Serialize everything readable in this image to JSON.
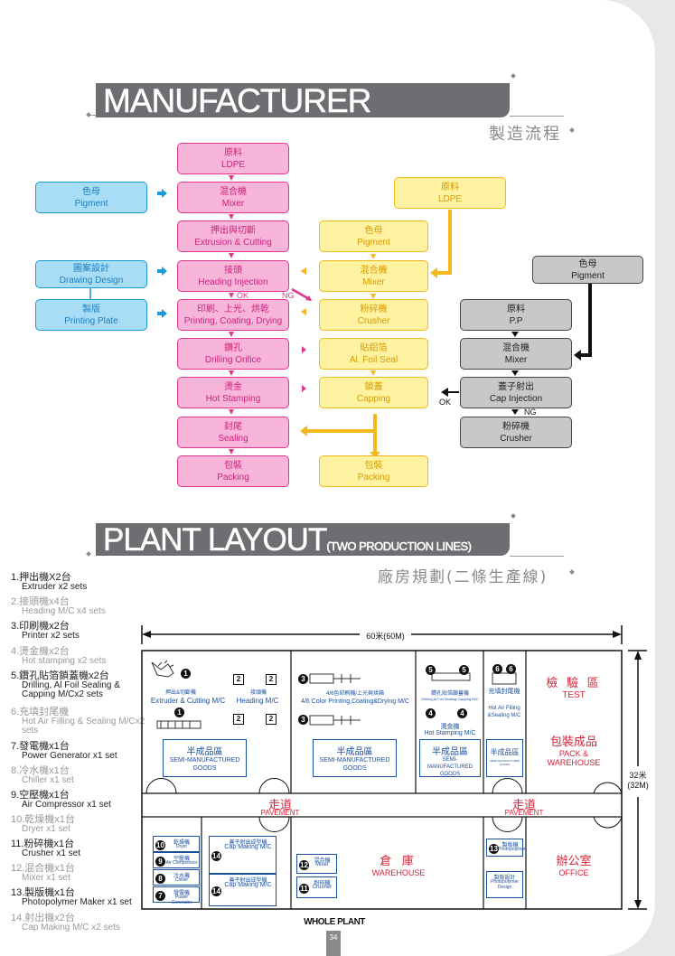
{
  "page": {
    "number": "34"
  },
  "process": {
    "title": "MANUFACTURER PROCESS",
    "subtitle": "製造流程",
    "pink": [
      {
        "zh": "原料",
        "en": "LDPE"
      },
      {
        "zh": "混合機",
        "en": "Mixer"
      },
      {
        "zh": "押出與切斷",
        "en": "Extrusion & Cutting"
      },
      {
        "zh": "接頭",
        "en": "Heading Injection"
      },
      {
        "zh": "印刷、上光、烘乾",
        "en": "Printing, Coating, Drying"
      },
      {
        "zh": "鑽孔",
        "en": "Drilling Orifice"
      },
      {
        "zh": "燙金",
        "en": "Hot Stamping"
      },
      {
        "zh": "封尾",
        "en": "Sealing"
      },
      {
        "zh": "包裝",
        "en": "Packing"
      }
    ],
    "blue": [
      {
        "zh": "色母",
        "en": "Pigment"
      },
      {
        "zh": "圖案設計",
        "en": "Drawing Design"
      },
      {
        "zh": "製版",
        "en": "Printing Plate"
      }
    ],
    "yellow": [
      {
        "zh": "原料",
        "en": "LDPE"
      },
      {
        "zh": "色母",
        "en": "Pigment"
      },
      {
        "zh": "混合機",
        "en": "Mixer"
      },
      {
        "zh": "粉碎機",
        "en": "Crusher"
      },
      {
        "zh": "貼鋁箔",
        "en": "Al. Foil Seal"
      },
      {
        "zh": "鎖蓋",
        "en": "Capping"
      },
      {
        "zh": "包裝",
        "en": "Packing"
      }
    ],
    "grey": [
      {
        "zh": "色母",
        "en": "Pigment"
      },
      {
        "zh": "原料",
        "en": "P.P"
      },
      {
        "zh": "混合機",
        "en": "Mixer"
      },
      {
        "zh": "蓋子射出",
        "en": "Cap Injection"
      },
      {
        "zh": "粉碎機",
        "en": "Crusher"
      }
    ],
    "labels": {
      "ok": "OK",
      "ng": "NG"
    },
    "colors": {
      "pink": "#e0368f",
      "blue": "#1a9ad7",
      "yellow": "#f3b81b",
      "grey": "#444444"
    }
  },
  "layout": {
    "title": "PLANT LAYOUT",
    "title_small": "(TWO PRODUCTION LINES)",
    "subtitle": "廠房規劃(二條生產線)",
    "width_label": "60米(60M)",
    "height_label_zh": "32米",
    "height_label_en": "(32M)",
    "footer": "WHOLE PLANT",
    "legend": [
      {
        "zh": "1.押出機X2台",
        "en": "Extruder x2 sets",
        "dim": false
      },
      {
        "zh": "2.接頭機x4台",
        "en": "Heading M/C x4 sets",
        "dim": true
      },
      {
        "zh": "3.印刷機x2台",
        "en": "Printer x2 sets",
        "dim": false
      },
      {
        "zh": "4.燙金機x2台",
        "en": "Hot stamping x2 sets",
        "dim": true
      },
      {
        "zh": "5.鑽孔貼箔鎖蓋機x2台",
        "en": "Drilling, Al Foil Sealing & Capping M/Cx2 sets",
        "dim": false
      },
      {
        "zh": "6.充填封尾機",
        "en": "Hot Air Filling & Sealing M/Cx2 sets",
        "dim": true
      },
      {
        "zh": "7.發電機x1台",
        "en": "Power Generator x1 set",
        "dim": false
      },
      {
        "zh": "8.冷水機x1台",
        "en": "Chiller x1 set",
        "dim": true
      },
      {
        "zh": "9.空壓機x1台",
        "en": "Air Compressor x1 set",
        "dim": false
      },
      {
        "zh": "10.乾燥機x1台",
        "en": "Dryer x1 set",
        "dim": true
      },
      {
        "zh": "11.粉碎機x1台",
        "en": "Crusher x1 set",
        "dim": false
      },
      {
        "zh": "12.混合機x1台",
        "en": "Mixer x1 set",
        "dim": true
      },
      {
        "zh": "13.製版機x1台",
        "en": "Photopolymer Maker x1 set",
        "dim": false
      },
      {
        "zh": "14.射出機x2台",
        "en": "Cap Making M/C x2 sets",
        "dim": true
      }
    ],
    "zones": {
      "extruder": "押出&切斷機",
      "extruder_en": "Extruder & Cutting M/C",
      "heading": "接頭機",
      "heading_en": "Heading M/C",
      "printing": "4/6色印刷機/上光與烘箱",
      "printing_en": "4/6 Color Printing,Coating&Drying M/C",
      "drilling": "鑽孔貼箔鎖蓋機",
      "drilling_en": "Drilling,Al Foil Sealing Capping M/C",
      "hotstamp": "燙金機",
      "hotstamp_en": "Hot Stamping M/C",
      "filling": "充填封尾機",
      "filling_en": "Hot Air Filling &Sealing M/C",
      "test": "檢 驗 區",
      "test_en": "TEST",
      "pack": "包裝成品",
      "pack_en": "PACK & WAREHOUSE",
      "semi": "半成品區",
      "semi_en": "SEMI-MANUFACTURED GOODS",
      "pavement": "走道",
      "pavement_en": "PAVEMENT",
      "warehouse": "倉 庫",
      "warehouse_en": "WAREHOUSE",
      "office": "辦公室",
      "office_en": "OFFICE"
    },
    "small_rooms": [
      {
        "n": "10",
        "zh": "乾燥機",
        "en": "Dryer"
      },
      {
        "n": "9",
        "zh": "空壓機",
        "en": "Air Compressor"
      },
      {
        "n": "8",
        "zh": "冷水機",
        "en": "Chiller"
      },
      {
        "n": "7",
        "zh": "發電機",
        "en": "Power Generator"
      }
    ],
    "cap_rooms": [
      {
        "n": "14",
        "zh": "蓋子射出成型機",
        "en": "Cap Making M/C"
      },
      {
        "n": "14",
        "zh": "蓋子射出成型機",
        "en": "Cap Making M/C"
      }
    ],
    "mix_rooms": [
      {
        "n": "12",
        "zh": "混合機",
        "en": "Mixer"
      },
      {
        "n": "11",
        "zh": "粉碎機",
        "en": "Crusher"
      }
    ],
    "photo_rooms": [
      {
        "n": "13",
        "zh": "製版機",
        "en": "Photopolymer"
      },
      {
        "zh": "製版設計",
        "en": "Photopolymer Design"
      }
    ],
    "numbers": {
      "n1": "1",
      "n2": "2",
      "n3": "3",
      "n4": "4",
      "n5": "5",
      "n6": "6"
    }
  }
}
